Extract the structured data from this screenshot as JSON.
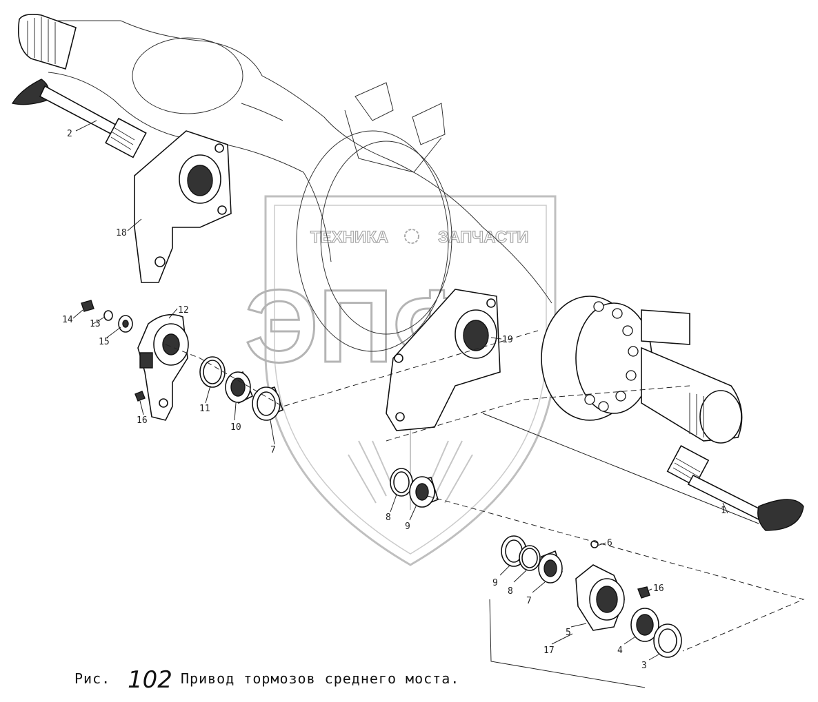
{
  "caption": {
    "prefix": "Рис.",
    "number": "102",
    "title": "Привод тормозов среднего моста."
  },
  "watermark": {
    "left_word": "ТЕХНИКА",
    "right_word": "ЗАПЧАСТИ",
    "logo_letters": "ЭПФ"
  },
  "part_labels": {
    "p1": "1",
    "p2": "2",
    "p3": "3",
    "p4": "4",
    "p5": "5",
    "p6": "6",
    "p7a": "7",
    "p7b": "7",
    "p8a": "8",
    "p8b": "8",
    "p9a": "9",
    "p9b": "9",
    "p10": "10",
    "p11": "11",
    "p12": "12",
    "p13": "13",
    "p14": "14",
    "p15": "15",
    "p16a": "16",
    "p16b": "16",
    "p17": "17",
    "p18": "18",
    "p19": "19"
  }
}
